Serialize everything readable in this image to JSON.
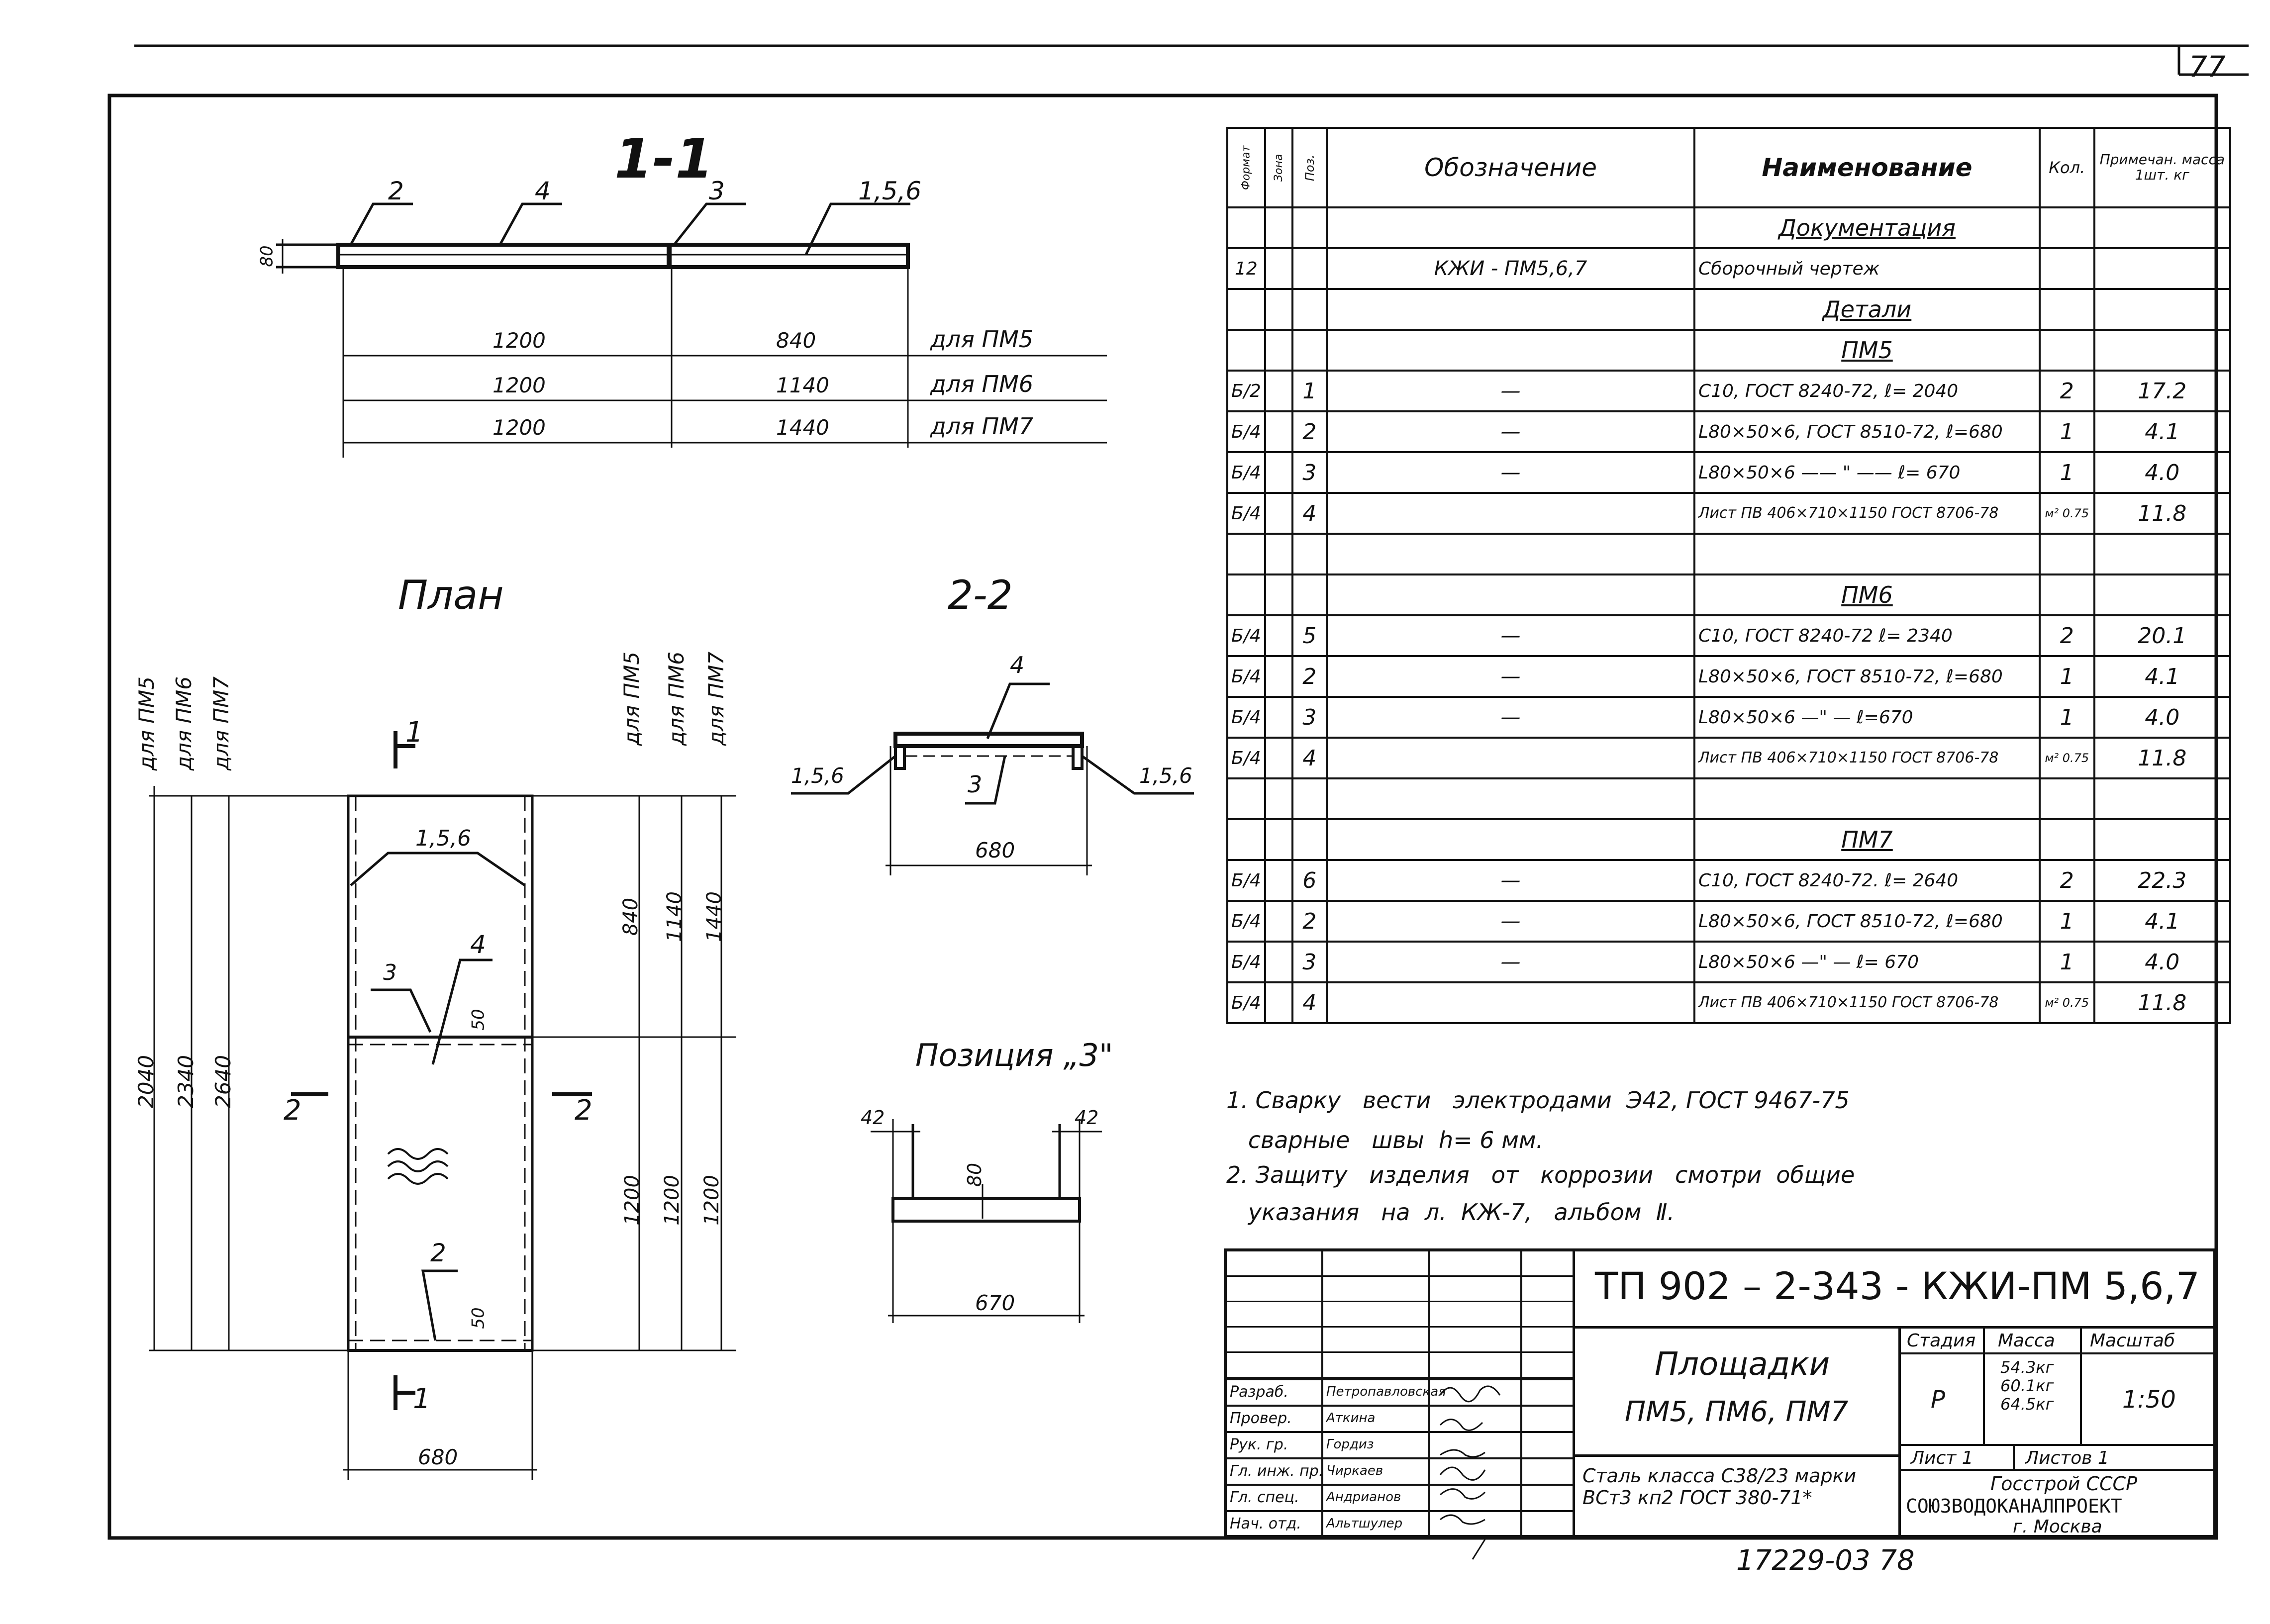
{
  "sheet_number": "77",
  "section_11": {
    "title": "1-1",
    "callouts": [
      "2",
      "4",
      "3",
      "1,5,6"
    ],
    "height_dim": "80",
    "rows": [
      {
        "a": "1200",
        "b": "840",
        "label": "для ПМ5"
      },
      {
        "a": "1200",
        "b": "1140",
        "label": "для ПМ6"
      },
      {
        "a": "1200",
        "b": "1440",
        "label": "для ПМ7"
      }
    ]
  },
  "plan": {
    "title": "План",
    "left_labels": [
      "для ПМ5",
      "для ПМ6",
      "для ПМ7"
    ],
    "right_labels": [
      "для ПМ5",
      "для ПМ6",
      "для ПМ7"
    ],
    "left_dims": [
      "2040",
      "2340",
      "2640"
    ],
    "right_top_dims": [
      "840",
      "1140",
      "1440"
    ],
    "right_bottom_dims": [
      "1200",
      "1200",
      "1200"
    ],
    "cut_top": "1",
    "cut_bottom": "1",
    "cut_left": "2",
    "cut_right": "2",
    "callout_156": "1,5,6",
    "callout_3": "3",
    "callout_4": "4",
    "callout_2": "2",
    "dim_50_top": "50",
    "dim_50_bottom": "50",
    "width_dim": "680"
  },
  "section_22": {
    "title": "2-2",
    "callout_4": "4",
    "callout_3": "3",
    "left_label": "1,5,6",
    "right_label": "1,5,6",
    "width_dim": "680"
  },
  "position3": {
    "title": "Позиция „3\"",
    "left_dim": "42",
    "right_dim": "42",
    "height_dim": "80",
    "width_dim": "670"
  },
  "spec": {
    "headers": {
      "format": "Формат",
      "zone": "Зона",
      "pos": "Поз.",
      "designation": "Обозначение",
      "name": "Наименование",
      "qty": "Кол.",
      "note": "Примечан. масса 1шт. кг"
    },
    "rows": [
      {
        "format": "",
        "pos": "",
        "designation": "",
        "name": "Документация",
        "qty": "",
        "note": "",
        "kind": "section"
      },
      {
        "format": "12",
        "pos": "",
        "designation": "КЖИ - ПМ5,6,7",
        "name": "Сборочный чертеж",
        "qty": "",
        "note": "",
        "kind": "item"
      },
      {
        "format": "",
        "pos": "",
        "designation": "",
        "name": "Детали",
        "qty": "",
        "note": "",
        "kind": "section"
      },
      {
        "format": "",
        "pos": "",
        "designation": "",
        "name": "ПМ5",
        "qty": "",
        "note": "",
        "kind": "section"
      },
      {
        "format": "Б/2",
        "pos": "1",
        "designation": "—",
        "name": "С10, ГОСТ 8240-72,  ℓ= 2040",
        "qty": "2",
        "note": "17.2",
        "kind": "item"
      },
      {
        "format": "Б/4",
        "pos": "2",
        "designation": "—",
        "name": "L80×50×6, ГОСТ 8510-72, ℓ=680",
        "qty": "1",
        "note": "4.1",
        "kind": "item"
      },
      {
        "format": "Б/4",
        "pos": "3",
        "designation": "—",
        "name": "L80×50×6 —— \" ——  ℓ= 670",
        "qty": "1",
        "note": "4.0",
        "kind": "item"
      },
      {
        "format": "Б/4",
        "pos": "4",
        "designation": "",
        "name": "Лист  ПВ 406×710×1150 ГОСТ 8706-78",
        "qty": "м² 0.75",
        "note": "11.8",
        "kind": "item"
      },
      {
        "format": "",
        "pos": "",
        "designation": "",
        "name": "",
        "qty": "",
        "note": "",
        "kind": "blank"
      },
      {
        "format": "",
        "pos": "",
        "designation": "",
        "name": "ПМ6",
        "qty": "",
        "note": "",
        "kind": "section"
      },
      {
        "format": "Б/4",
        "pos": "5",
        "designation": "—",
        "name": "С10, ГОСТ 8240-72  ℓ= 2340",
        "qty": "2",
        "note": "20.1",
        "kind": "item"
      },
      {
        "format": "Б/4",
        "pos": "2",
        "designation": "—",
        "name": "L80×50×6, ГОСТ 8510-72, ℓ=680",
        "qty": "1",
        "note": "4.1",
        "kind": "item"
      },
      {
        "format": "Б/4",
        "pos": "3",
        "designation": "—",
        "name": "L80×50×6 —\" —  ℓ=670",
        "qty": "1",
        "note": "4.0",
        "kind": "item"
      },
      {
        "format": "Б/4",
        "pos": "4",
        "designation": "",
        "name": "Лист  ПВ 406×710×1150 ГОСТ 8706-78",
        "qty": "м² 0.75",
        "note": "11.8",
        "kind": "item"
      },
      {
        "format": "",
        "pos": "",
        "designation": "",
        "name": "",
        "qty": "",
        "note": "",
        "kind": "blank"
      },
      {
        "format": "",
        "pos": "",
        "designation": "",
        "name": "ПМ7",
        "qty": "",
        "note": "",
        "kind": "section"
      },
      {
        "format": "Б/4",
        "pos": "6",
        "designation": "—",
        "name": "С10, ГОСТ 8240-72.  ℓ= 2640",
        "qty": "2",
        "note": "22.3",
        "kind": "item"
      },
      {
        "format": "Б/4",
        "pos": "2",
        "designation": "—",
        "name": "L80×50×6, ГОСТ 8510-72, ℓ=680",
        "qty": "1",
        "note": "4.1",
        "kind": "item"
      },
      {
        "format": "Б/4",
        "pos": "3",
        "designation": "—",
        "name": "L80×50×6 —\" —  ℓ= 670",
        "qty": "1",
        "note": "4.0",
        "kind": "item"
      },
      {
        "format": "Б/4",
        "pos": "4",
        "designation": "",
        "name": "Лист  ПВ 406×710×1150 ГОСТ 8706-78",
        "qty": "м² 0.75",
        "note": "11.8",
        "kind": "item"
      }
    ]
  },
  "notes": [
    "1. Сварку   вести   электродами  Э42, ГОСТ 9467-75",
    "   сварные   швы  h= 6 мм.",
    "2. Защиту   изделия   от   коррозии   смотри  общие",
    "   указания   на  л.  КЖ-7,   альбом  Ⅱ."
  ],
  "title_block": {
    "doc_code": "ТП 902 – 2-343 -   КЖИ-ПМ 5,6,7",
    "title_line1": "Площадки",
    "title_line2": "ПМ5, ПМ6, ПМ7",
    "material": "Сталь  класса  С38/23  марки  ВСт3 кп2  ГОСТ 380-71*",
    "stage_label": "Стадия",
    "mass_label": "Масса",
    "scale_label": "Масштаб",
    "stage": "Р",
    "mass": "54.3кг 60.1кг 64.5кг",
    "scale": "1:50",
    "sheet_label": "Лист 1",
    "sheets_label": "Листов 1",
    "org1": "Госстрой СССР",
    "org2": "СОЮЗВОДОКАНАЛПРОЕКТ",
    "org3": "г. Москва",
    "roles": [
      {
        "role": "Разраб.",
        "name": "Петропавловская"
      },
      {
        "role": "Провер.",
        "name": "Аткина"
      },
      {
        "role": "Рук. гр.",
        "name": "Гордиз"
      },
      {
        "role": "Гл. инж. пр.",
        "name": "Чиркаев"
      },
      {
        "role": "Гл. спец.",
        "name": "Андрианов"
      },
      {
        "role": "Нач. отд.",
        "name": "Альтшулер"
      }
    ]
  },
  "inventory_number": "17229-03  78"
}
